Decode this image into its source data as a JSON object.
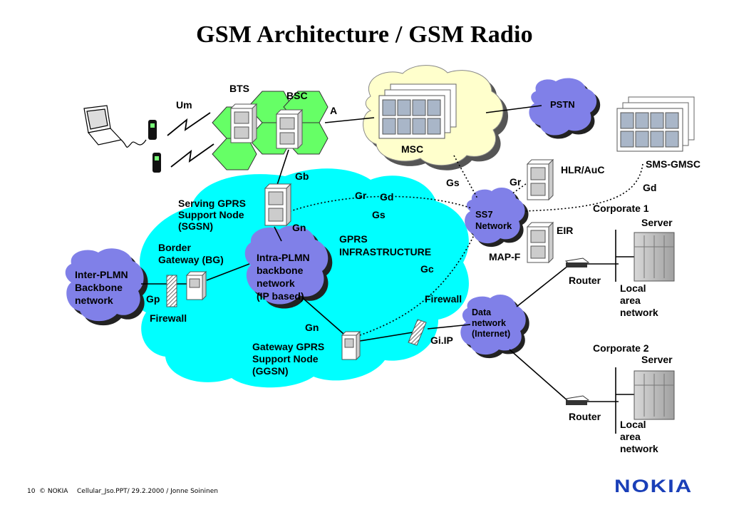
{
  "title": "GSM Architecture / GSM Radio",
  "footer": {
    "page": "10",
    "copyright": "© NOKIA",
    "file": "Cellular_Jso.PPT/ 29.2.2000 / Jonne Soininen",
    "logo": "NOKIA"
  },
  "labels": {
    "bts": "BTS",
    "bsc": "BSC",
    "um": "Um",
    "a": "A",
    "msc": "MSC",
    "pstn": "PSTN",
    "sms_gmsc": "SMS-GMSC",
    "hlr_auc": "HLR/AuC",
    "gs_top": "Gs",
    "gr_top": "Gr",
    "gd_right": "Gd",
    "gb": "Gb",
    "gr_mid": "Gr",
    "gd_mid": "Gd",
    "gs_mid": "Gs",
    "ss7": [
      "SS7",
      "Network"
    ],
    "eir": "EIR",
    "map_f": "MAP-F",
    "corporate1": "Corporate 1",
    "server1": "Server",
    "sgsn": [
      "Serving GPRS",
      "Support Node",
      "(SGSN)"
    ],
    "gn_top": "Gn",
    "gprs_infra": [
      "GPRS",
      "INFRASTRUCTURE"
    ],
    "bg": [
      "Border",
      "Gateway (BG)"
    ],
    "intra_plmn": [
      "Intra-PLMN",
      "backbone",
      "network",
      "(IP based)"
    ],
    "inter_plmn": [
      "Inter-PLMN",
      "Backbone",
      "network"
    ],
    "gp": "Gp",
    "firewall_left": "Firewall",
    "gc": "Gc",
    "firewall_right": "Firewall",
    "router1": "Router",
    "lan1": [
      "Local",
      "area",
      "network"
    ],
    "data_net": [
      "Data",
      "network",
      "(Internet)"
    ],
    "gn_bottom": "Gn",
    "gi_ip": "Gi.IP",
    "ggsn": [
      "Gateway GPRS",
      "Support Node",
      "(GGSN)"
    ],
    "corporate2": "Corporate 2",
    "server2": "Server",
    "router2": "Router",
    "lan2": [
      "Local",
      "area",
      "network"
    ]
  },
  "colors": {
    "gprs_cloud": "#00ffff",
    "msc_cloud": "#ffffcc",
    "purple_cloud": "#8080e8",
    "bts_cells": "#66ff66",
    "logo": "#1a3fb8"
  }
}
